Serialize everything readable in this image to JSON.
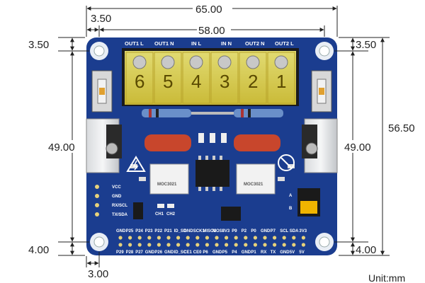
{
  "dimensions": {
    "total_width": "65.00",
    "left_offset": "3.50",
    "hole_span_x": "58.00",
    "top_offset_left": "3.50",
    "top_offset_right": "3.50",
    "hole_span_y_left": "49.00",
    "hole_span_y_right": "49.00",
    "total_height": "56.50",
    "bottom_offset_left": "4.00",
    "bottom_offset_right": "4.00",
    "hole_edge_offset": "3.00",
    "unit": "Unit:mm"
  },
  "board": {
    "color": "#1b3d8f",
    "terminal_labels": [
      "OUT1 L",
      "OUT1 N",
      "IN L",
      "IN N",
      "OUT2 N",
      "OUT2 L"
    ],
    "terminal_digits": [
      "6",
      "5",
      "4",
      "3",
      "2",
      "1"
    ],
    "side_labels": [
      "VCC",
      "GND",
      "RX/SCL",
      "TX/SDA"
    ],
    "ch_labels": [
      "CH1",
      "CH2"
    ],
    "jumper_labels": [
      "A",
      "B"
    ],
    "opto_label": "MOC3021",
    "header_top": [
      "GND",
      "P25",
      "P24",
      "P23",
      "P22",
      "P21",
      "ID_SD",
      "GND",
      "SCK1",
      "MISO1",
      "MOSI",
      "3V3",
      "P9",
      "P2",
      "P0",
      "GND",
      "P7",
      "SCL",
      "SDA",
      "3V3"
    ],
    "header_bottom": [
      "P29",
      "P28",
      "P27",
      "GND",
      "P26",
      "GND",
      "ID_SC",
      "CE1",
      "CE0",
      "P6",
      "GND",
      "P5",
      "P4",
      "GND",
      "P1",
      "RX",
      "TX",
      "GND",
      "5V",
      "5V"
    ]
  }
}
